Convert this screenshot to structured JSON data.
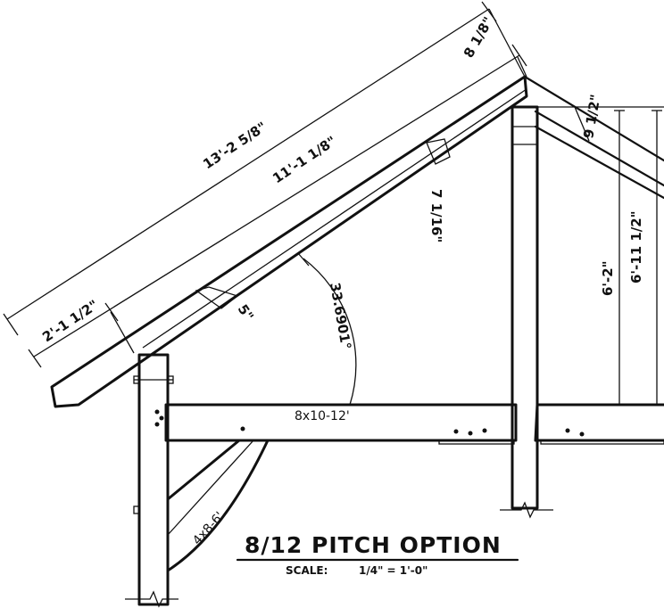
{
  "title": "8/12 PITCH OPTION",
  "scale_label": "SCALE:",
  "scale_value": "1/4\" = 1'-0\"",
  "dimensions": {
    "rafter_overall": "13'-2 5/8\"",
    "rafter_inner": "11'-1 1/8\"",
    "rafter_depth": "8 1/8\"",
    "overhang": "2'-1 1/2\"",
    "seat_cut": "5\"",
    "notch": "7 1/16\"",
    "angle": "33.6901°",
    "post_height": "6'-2\"",
    "post_height_total": "6'-11 1/2\"",
    "ridge_drop": "9 1/2\""
  },
  "members": {
    "beam": "8x10-12'",
    "brace": "4x8-6'"
  }
}
